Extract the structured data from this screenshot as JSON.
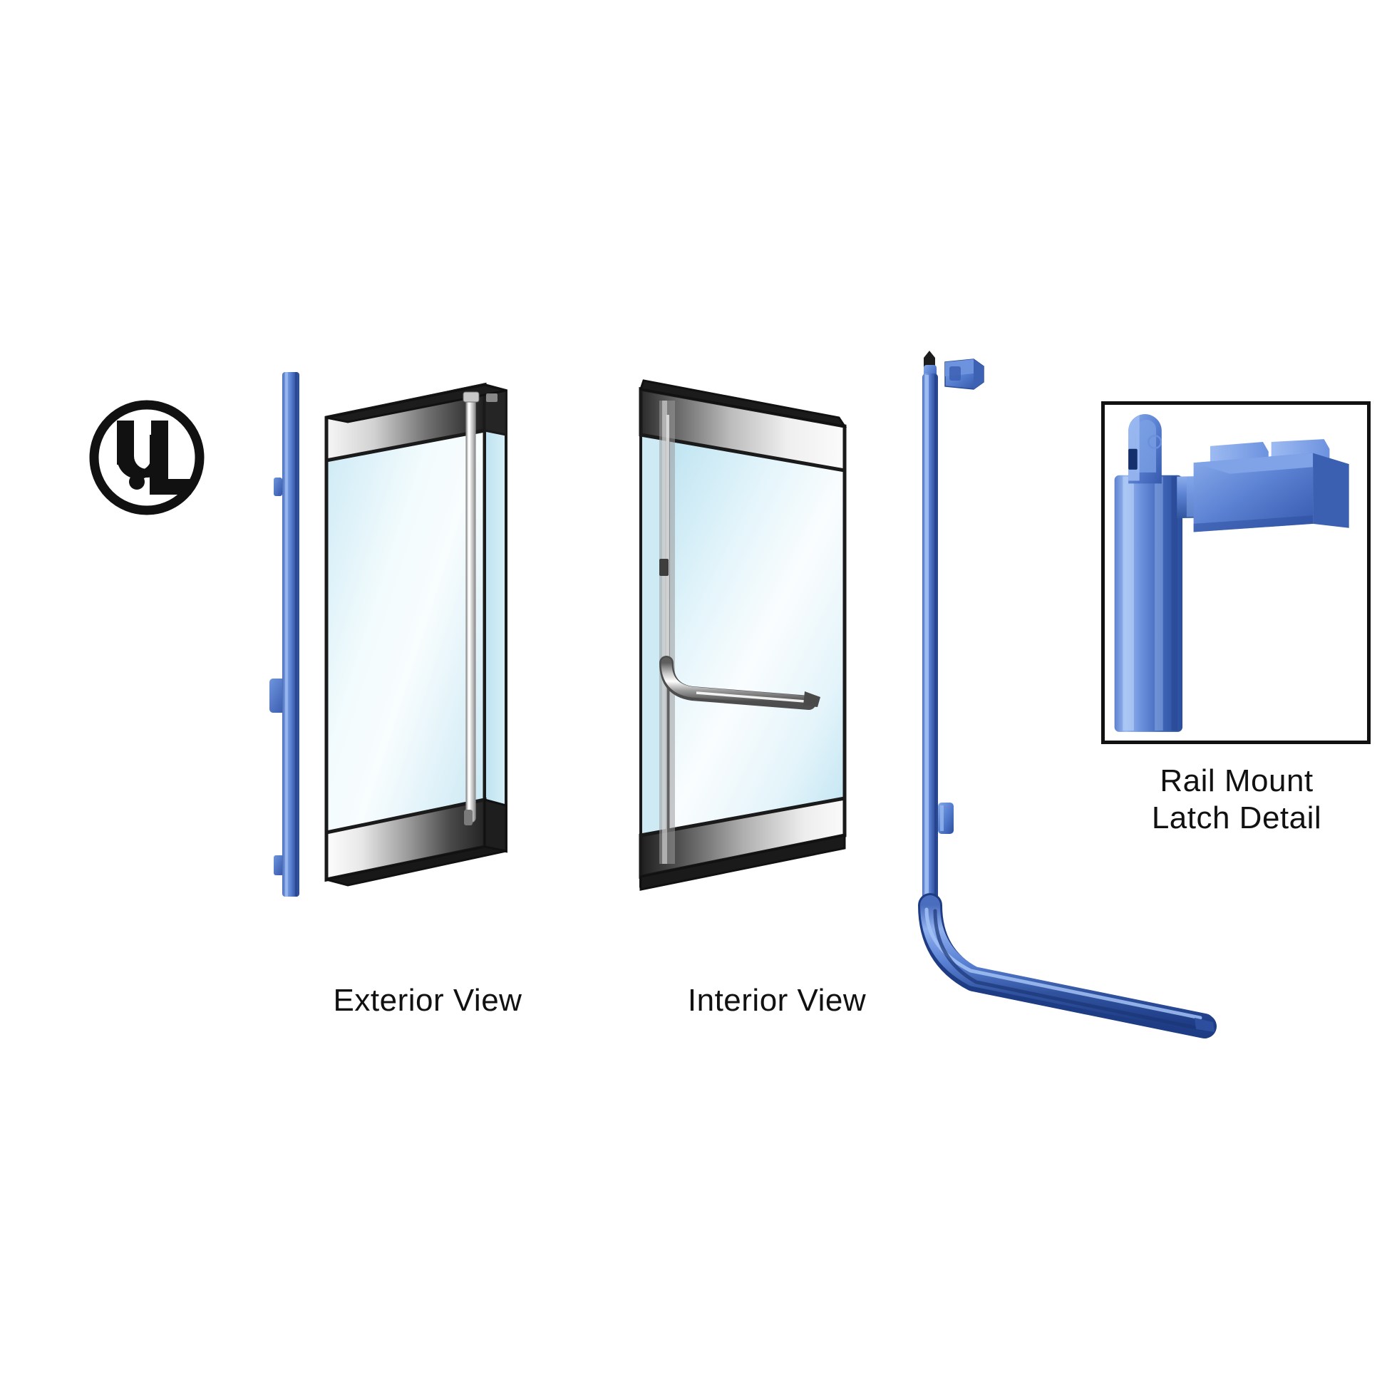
{
  "page": {
    "background_color": "#ffffff",
    "title": "Glass Door Panic Exit Device Illustration"
  },
  "certification": {
    "mark_name": "UL",
    "letters": "UL",
    "icon": "ul-certification-mark",
    "color": "#111111"
  },
  "views": [
    {
      "id": "exterior",
      "caption": "Exterior View",
      "hardware": "vertical pull handle",
      "rail_top": "metal top rail",
      "rail_bottom": "metal bottom rail"
    },
    {
      "id": "interior",
      "caption": "Interior View",
      "hardware": "L-shaped panic push bar",
      "rail_top": "metal top rail",
      "rail_bottom": "metal bottom rail"
    }
  ],
  "detail": {
    "caption_line1": "Rail Mount",
    "caption_line2": "Latch Detail",
    "caption": "Rail Mount\nLatch Detail",
    "component": "rail-mount-latch"
  },
  "rod_assembly": {
    "name": "vertical rod exit device",
    "top_component": "top latch head",
    "bottom_component": "curved horizontal push bar",
    "bracket_count": 1
  },
  "colors": {
    "blue_light": "#7fa3e0",
    "blue_mid": "#5077c6",
    "blue_dark": "#2a4c9b",
    "blue_deep": "#1b3a80",
    "glass_light": "#f4fbfd",
    "glass_mid": "#cdeaf5",
    "glass_edge": "#b6e0f0",
    "metal_light": "#fdfdfd",
    "metal_mid": "#b9b9b9",
    "metal_dark": "#2a2a2a",
    "outline": "#1a1a1a",
    "text": "#111111"
  }
}
